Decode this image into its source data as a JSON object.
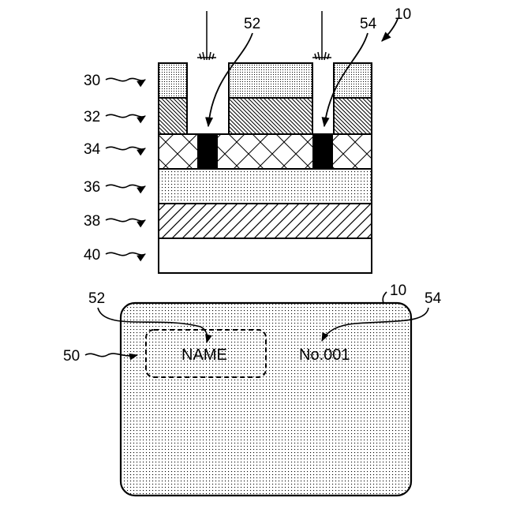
{
  "cross_section": {
    "ref": "10",
    "layers": [
      {
        "ref": "30",
        "pattern": "dots-dense"
      },
      {
        "ref": "32",
        "pattern": "hatch-back-diagonal"
      },
      {
        "ref": "34",
        "pattern": "crosshatch"
      },
      {
        "ref": "36",
        "pattern": "dots"
      },
      {
        "ref": "38",
        "pattern": "hatch-diagonal"
      },
      {
        "ref": "40",
        "pattern": "blank"
      }
    ],
    "marked_regions": [
      {
        "ref": "52",
        "color": "#000000"
      },
      {
        "ref": "54",
        "color": "#000000"
      }
    ]
  },
  "card": {
    "ref": "10",
    "region_ref": "50",
    "name_ref": "52",
    "number_ref": "54",
    "name_text": "NAME",
    "number_text": "No.001"
  }
}
